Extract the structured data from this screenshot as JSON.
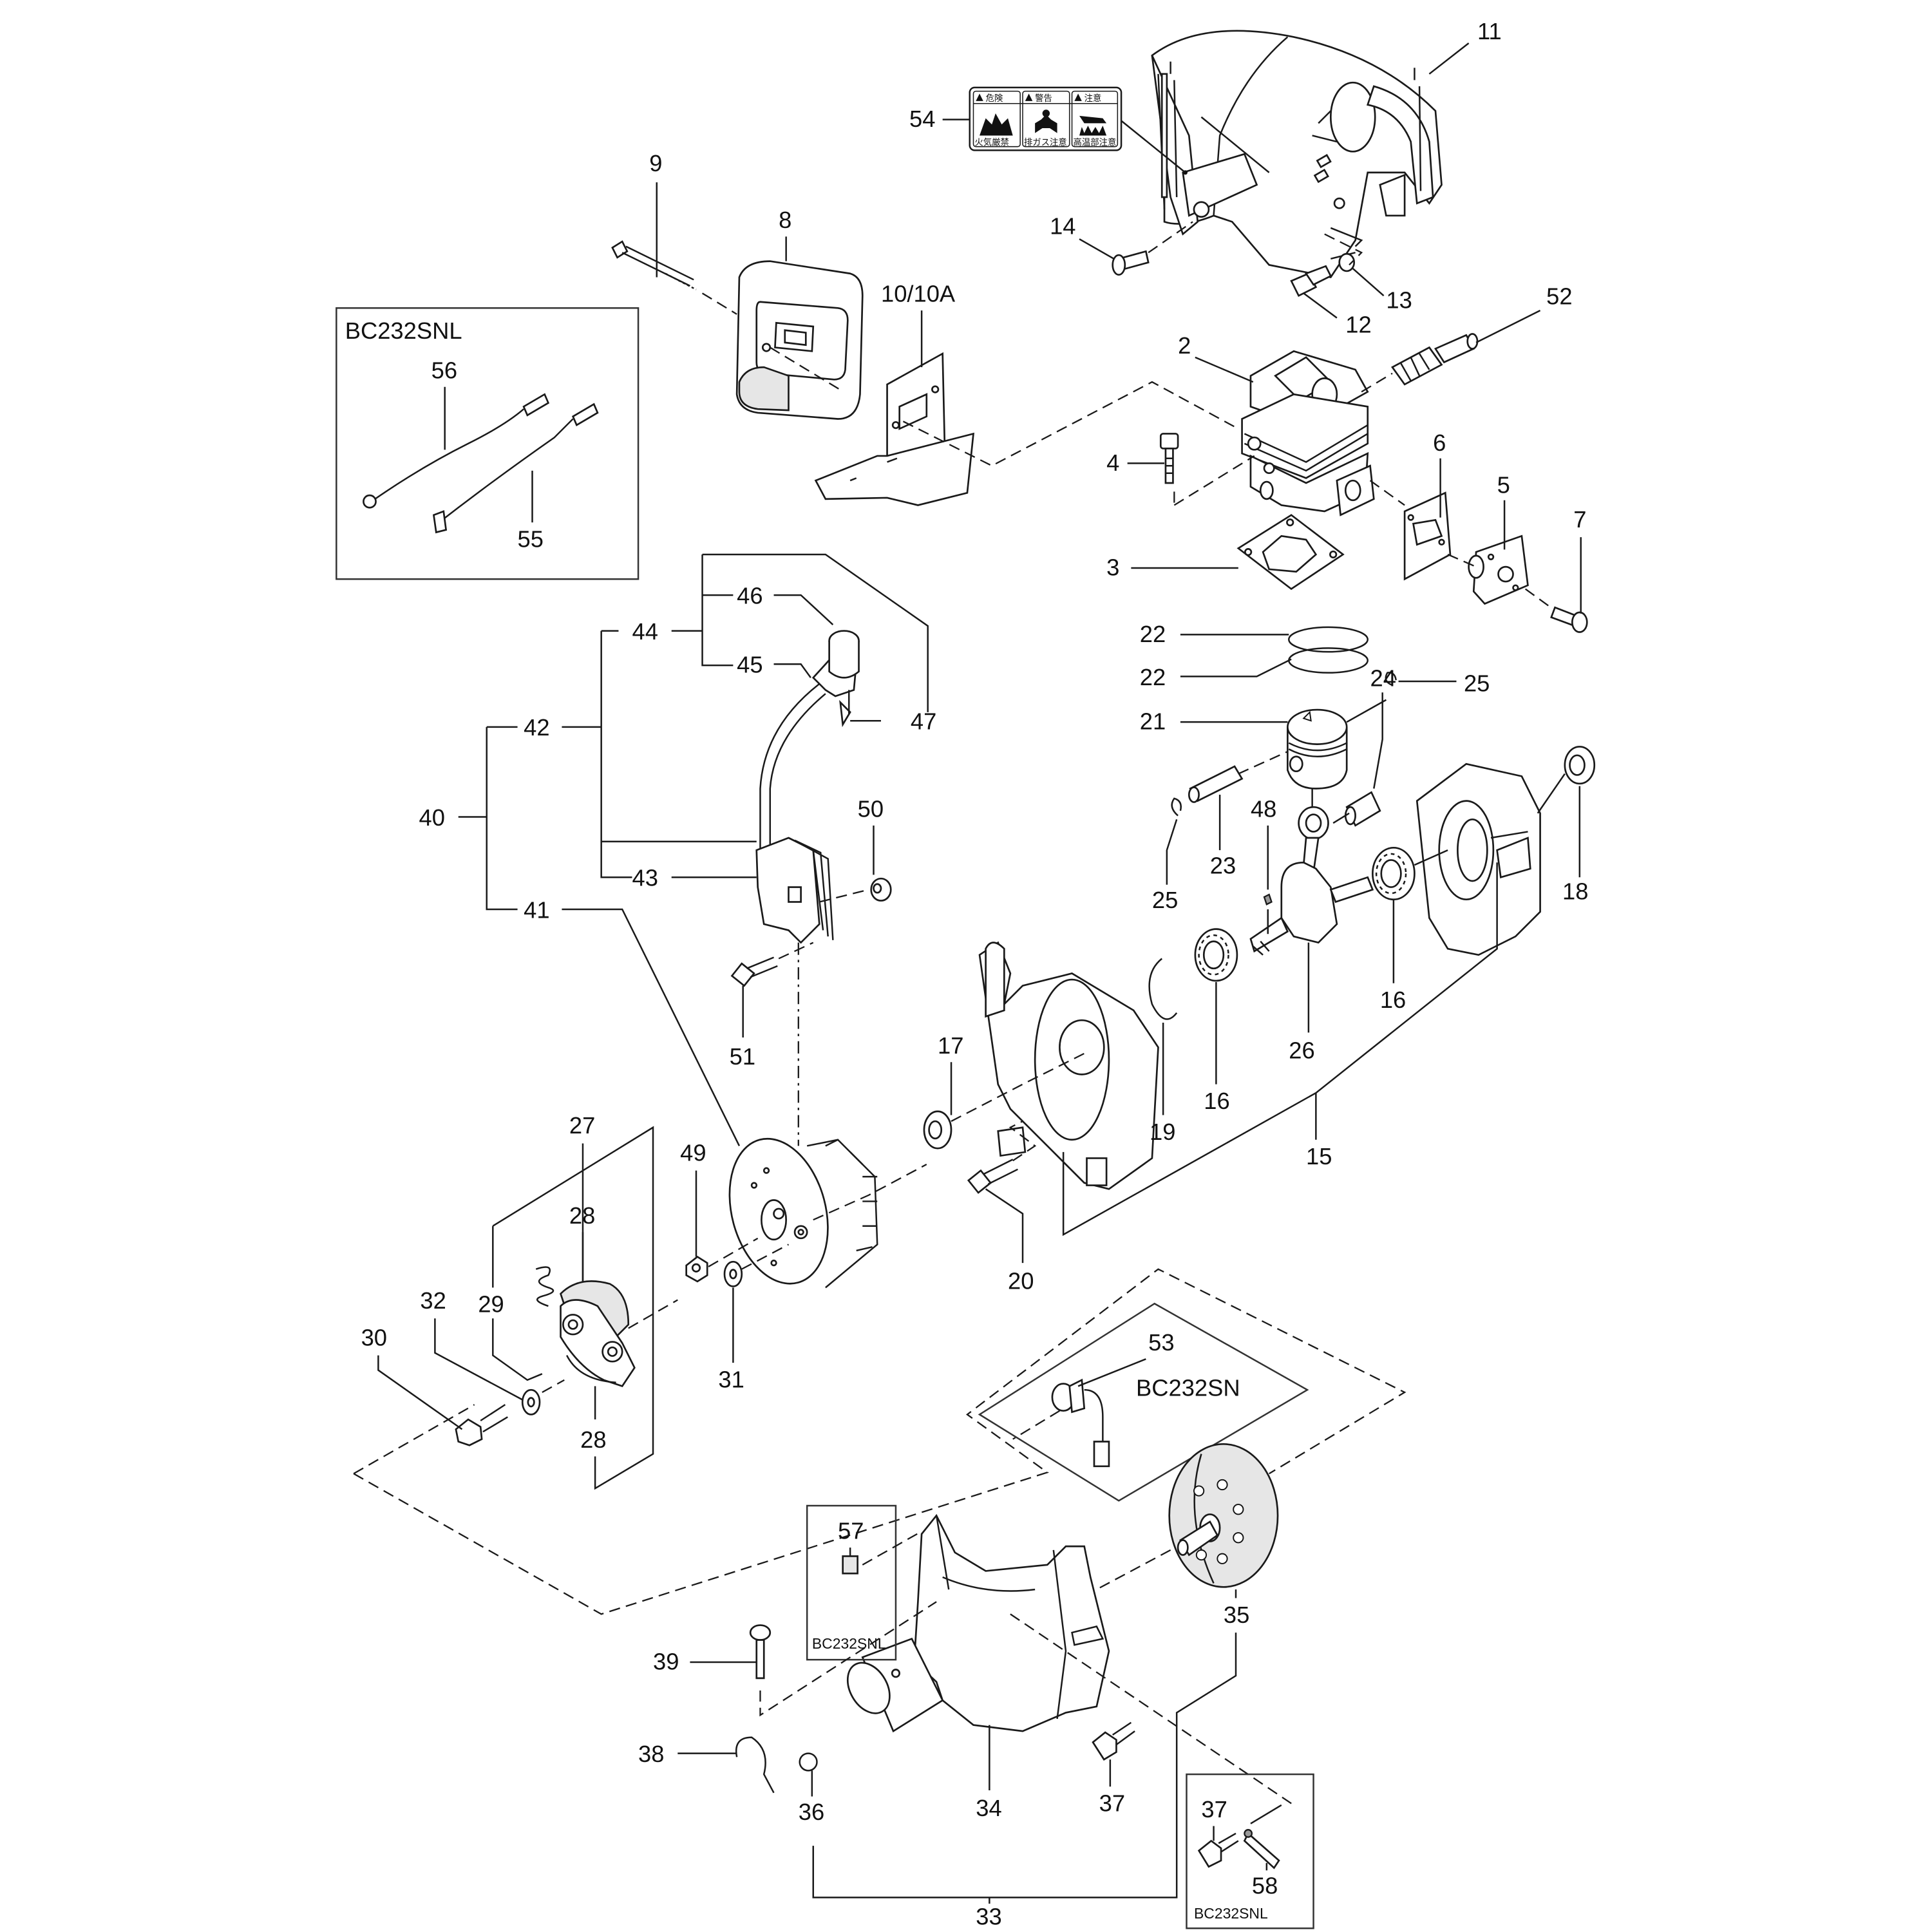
{
  "diagram": {
    "title": "Engine parts exploded view",
    "variant_boxes": {
      "wire_kit": "BC232SNL",
      "switch_kit": "BC232SN",
      "small_part": "BC232SNL",
      "bolt_kit": "BC232SNL"
    },
    "sticker": {
      "headers": [
        "危険",
        "警告",
        "注意"
      ],
      "captions": [
        "火気厳禁",
        "排ガス注意",
        "高温部注意"
      ]
    },
    "labels": {
      "p2": "2",
      "p3": "3",
      "p4": "4",
      "p5": "5",
      "p6": "6",
      "p7": "7",
      "p8": "8",
      "p9": "9",
      "p10": "10/10A",
      "p11": "11",
      "p12": "12",
      "p13": "13",
      "p14": "14",
      "p15": "15",
      "p16a": "16",
      "p16b": "16",
      "p17": "17",
      "p18": "18",
      "p19": "19",
      "p20": "20",
      "p21": "21",
      "p22a": "22",
      "p22b": "22",
      "p23": "23",
      "p24": "24",
      "p25a": "25",
      "p25b": "25",
      "p26": "26",
      "p27": "27",
      "p28a": "28",
      "p28b": "28",
      "p29": "29",
      "p30": "30",
      "p31": "31",
      "p32": "32",
      "p33": "33",
      "p34": "34",
      "p35": "35",
      "p36": "36",
      "p37a": "37",
      "p37b": "37",
      "p38": "38",
      "p39": "39",
      "p40": "40",
      "p41": "41",
      "p42": "42",
      "p43": "43",
      "p44": "44",
      "p45": "45",
      "p46": "46",
      "p47": "47",
      "p48": "48",
      "p49": "49",
      "p50": "50",
      "p51": "51",
      "p52": "52",
      "p53": "53",
      "p54": "54",
      "p55": "55",
      "p56": "56",
      "p57": "57",
      "p58": "58"
    }
  }
}
